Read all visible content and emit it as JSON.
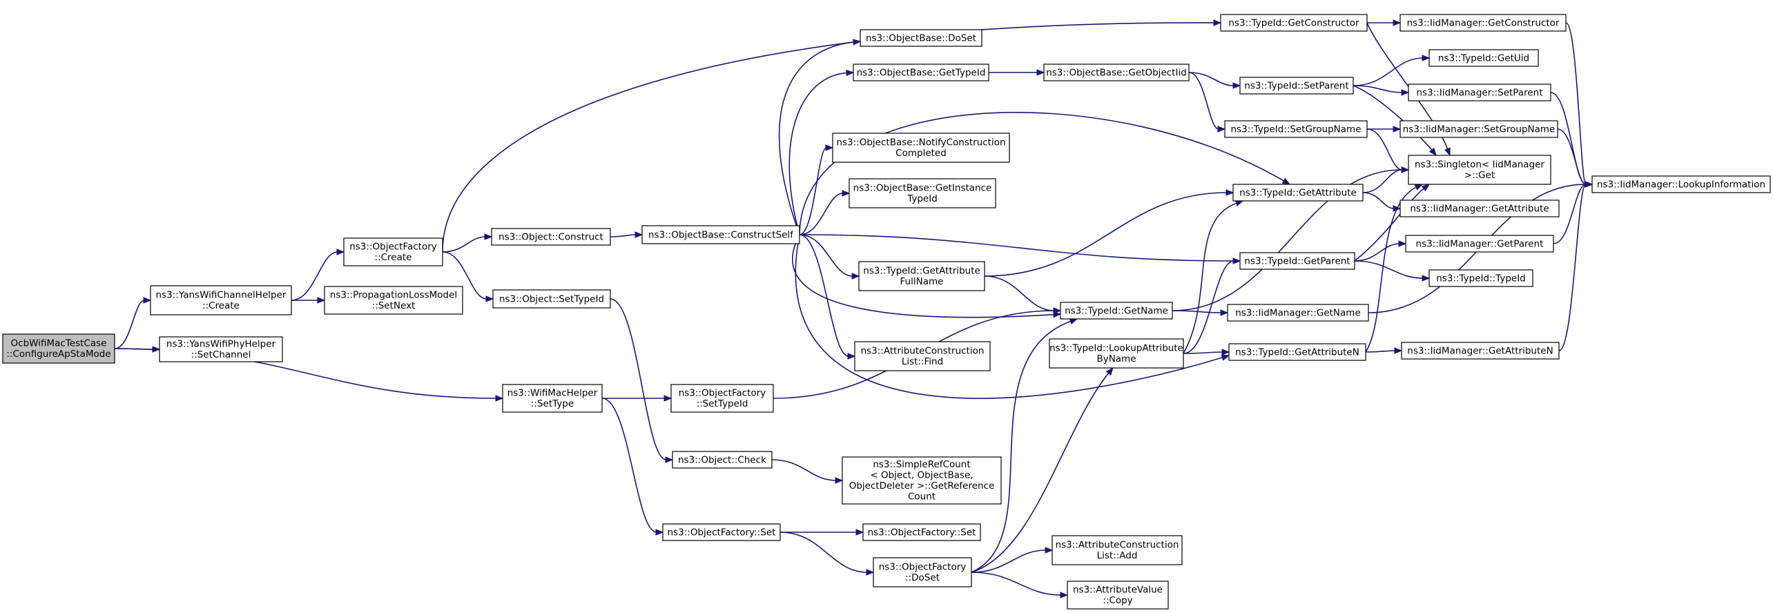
{
  "diagram": {
    "nodes": [
      {
        "id": "root",
        "lines": [
          "OcbWifiMacTestCase",
          "::ConfigureApStaMode"
        ]
      },
      {
        "id": "yans_channel_create",
        "lines": [
          "ns3::YansWifiChannelHelper",
          "::Create"
        ]
      },
      {
        "id": "yans_phy_setchannel",
        "lines": [
          "ns3::YansWifiPhyHelper",
          "::SetChannel"
        ]
      },
      {
        "id": "wifimac_settype",
        "lines": [
          "ns3::WifiMacHelper",
          "::SetType"
        ]
      },
      {
        "id": "objfactory_create",
        "lines": [
          "ns3::ObjectFactory",
          "::Create"
        ]
      },
      {
        "id": "proploss_setnext",
        "lines": [
          "ns3::PropagationLossModel",
          "::SetNext"
        ]
      },
      {
        "id": "object_construct",
        "lines": [
          "ns3::Object::Construct"
        ]
      },
      {
        "id": "object_settypeid",
        "lines": [
          "ns3::Object::SetTypeId"
        ]
      },
      {
        "id": "objfactory_settypeid",
        "lines": [
          "ns3::ObjectFactory",
          "::SetTypeId"
        ]
      },
      {
        "id": "objfactory_set_outer",
        "lines": [
          "ns3::ObjectFactory::Set"
        ]
      },
      {
        "id": "object_check",
        "lines": [
          "ns3::Object::Check"
        ]
      },
      {
        "id": "constructself",
        "lines": [
          "ns3::ObjectBase::ConstructSelf"
        ]
      },
      {
        "id": "doset_base",
        "lines": [
          "ns3::ObjectBase::DoSet"
        ]
      },
      {
        "id": "gettypeid",
        "lines": [
          "ns3::ObjectBase::GetTypeId"
        ]
      },
      {
        "id": "notify",
        "lines": [
          "ns3::ObjectBase::NotifyConstruction",
          "Completed"
        ]
      },
      {
        "id": "getinstance",
        "lines": [
          "ns3::ObjectBase::GetInstance",
          "TypeId"
        ]
      },
      {
        "id": "getattrfullname",
        "lines": [
          "ns3::TypeId::GetAttribute",
          "FullName"
        ]
      },
      {
        "id": "attrlist_find",
        "lines": [
          "ns3::AttributeConstruction",
          "List::Find"
        ]
      },
      {
        "id": "simplerefcount",
        "lines": [
          "ns3::SimpleRefCount",
          "< Object, ObjectBase,",
          " ObjectDeleter >::GetReference",
          "Count"
        ]
      },
      {
        "id": "objfactory_set_inner",
        "lines": [
          "ns3::ObjectFactory::Set"
        ]
      },
      {
        "id": "objfactory_doset",
        "lines": [
          "ns3::ObjectFactory",
          "::DoSet"
        ]
      },
      {
        "id": "getobjectiid",
        "lines": [
          "ns3::ObjectBase::GetObjectIid"
        ]
      },
      {
        "id": "typeid_getname",
        "lines": [
          "ns3::TypeId::GetName"
        ]
      },
      {
        "id": "lookupattrbyname",
        "lines": [
          "ns3::TypeId::LookupAttribute",
          "ByName"
        ]
      },
      {
        "id": "attrlist_add",
        "lines": [
          "ns3::AttributeConstruction",
          "List::Add"
        ]
      },
      {
        "id": "attrvalue_copy",
        "lines": [
          "ns3::AttributeValue",
          "::Copy"
        ]
      },
      {
        "id": "typeid_getconstructor",
        "lines": [
          "ns3::TypeId::GetConstructor"
        ]
      },
      {
        "id": "typeid_setparent",
        "lines": [
          "ns3::TypeId::SetParent"
        ]
      },
      {
        "id": "typeid_setgroupname",
        "lines": [
          "ns3::TypeId::SetGroupName"
        ]
      },
      {
        "id": "typeid_getattribute",
        "lines": [
          "ns3::TypeId::GetAttribute"
        ]
      },
      {
        "id": "typeid_getparent",
        "lines": [
          "ns3::TypeId::GetParent"
        ]
      },
      {
        "id": "iid_getname",
        "lines": [
          "ns3::IidManager::GetName"
        ]
      },
      {
        "id": "typeid_getattributen",
        "lines": [
          "ns3::TypeId::GetAttributeN"
        ]
      },
      {
        "id": "iid_getconstructor",
        "lines": [
          "ns3::IidManager::GetConstructor"
        ]
      },
      {
        "id": "typeid_getuid",
        "lines": [
          "ns3::TypeId::GetUid"
        ]
      },
      {
        "id": "iid_setparent",
        "lines": [
          "ns3::IidManager::SetParent"
        ]
      },
      {
        "id": "iid_setgroupname",
        "lines": [
          "ns3::IidManager::SetGroupName"
        ]
      },
      {
        "id": "singleton_get",
        "lines": [
          "ns3::Singleton< IidManager",
          " >::Get"
        ]
      },
      {
        "id": "iid_getattribute",
        "lines": [
          "ns3::IidManager::GetAttribute"
        ]
      },
      {
        "id": "iid_getparent",
        "lines": [
          "ns3::IidManager::GetParent"
        ]
      },
      {
        "id": "typeid_typeid",
        "lines": [
          "ns3::TypeId::TypeId"
        ]
      },
      {
        "id": "iid_getattributen",
        "lines": [
          "ns3::IidManager::GetAttributeN"
        ]
      },
      {
        "id": "iid_lookupinfo",
        "lines": [
          "ns3::IidManager::LookupInformation"
        ]
      }
    ],
    "edges": [
      [
        "root",
        "yans_channel_create"
      ],
      [
        "root",
        "yans_phy_setchannel"
      ],
      [
        "root",
        "wifimac_settype"
      ],
      [
        "yans_channel_create",
        "objfactory_create"
      ],
      [
        "yans_channel_create",
        "proploss_setnext"
      ],
      [
        "objfactory_create",
        "object_construct"
      ],
      [
        "objfactory_create",
        "object_settypeid"
      ],
      [
        "objfactory_create",
        "typeid_getconstructor"
      ],
      [
        "object_construct",
        "constructself"
      ],
      [
        "object_settypeid",
        "object_check"
      ],
      [
        "object_check",
        "simplerefcount"
      ],
      [
        "wifimac_settype",
        "objfactory_settypeid"
      ],
      [
        "wifimac_settype",
        "objfactory_set_outer"
      ],
      [
        "objfactory_settypeid",
        "typeid_getname"
      ],
      [
        "objfactory_set_outer",
        "objfactory_set_inner"
      ],
      [
        "objfactory_set_outer",
        "objfactory_doset"
      ],
      [
        "constructself",
        "doset_base"
      ],
      [
        "constructself",
        "gettypeid"
      ],
      [
        "constructself",
        "notify"
      ],
      [
        "constructself",
        "getinstance"
      ],
      [
        "constructself",
        "getattrfullname"
      ],
      [
        "constructself",
        "attrlist_find"
      ],
      [
        "constructself",
        "typeid_getname"
      ],
      [
        "constructself",
        "typeid_getattribute"
      ],
      [
        "constructself",
        "typeid_getparent"
      ],
      [
        "constructself",
        "typeid_getattributen"
      ],
      [
        "gettypeid",
        "getobjectiid"
      ],
      [
        "getobjectiid",
        "typeid_setparent"
      ],
      [
        "getobjectiid",
        "typeid_setgroupname"
      ],
      [
        "getattrfullname",
        "typeid_getname"
      ],
      [
        "getattrfullname",
        "typeid_getattribute"
      ],
      [
        "objfactory_doset",
        "typeid_getname"
      ],
      [
        "objfactory_doset",
        "lookupattrbyname"
      ],
      [
        "objfactory_doset",
        "attrlist_add"
      ],
      [
        "objfactory_doset",
        "attrvalue_copy"
      ],
      [
        "typeid_getname",
        "singleton_get"
      ],
      [
        "typeid_getname",
        "iid_getname"
      ],
      [
        "lookupattrbyname",
        "typeid_getattribute"
      ],
      [
        "lookupattrbyname",
        "typeid_getparent"
      ],
      [
        "lookupattrbyname",
        "typeid_getattributen"
      ],
      [
        "typeid_getconstructor",
        "iid_getconstructor"
      ],
      [
        "typeid_getconstructor",
        "singleton_get"
      ],
      [
        "typeid_setparent",
        "typeid_getuid"
      ],
      [
        "typeid_setparent",
        "iid_setparent"
      ],
      [
        "typeid_setparent",
        "singleton_get"
      ],
      [
        "typeid_setgroupname",
        "iid_setgroupname"
      ],
      [
        "typeid_setgroupname",
        "singleton_get"
      ],
      [
        "typeid_getattribute",
        "singleton_get"
      ],
      [
        "typeid_getattribute",
        "iid_getattribute"
      ],
      [
        "typeid_getparent",
        "singleton_get"
      ],
      [
        "typeid_getparent",
        "iid_getparent"
      ],
      [
        "typeid_getparent",
        "typeid_typeid"
      ],
      [
        "typeid_getattributen",
        "singleton_get"
      ],
      [
        "typeid_getattributen",
        "iid_getattributen"
      ],
      [
        "iid_getconstructor",
        "iid_lookupinfo"
      ],
      [
        "iid_setparent",
        "iid_lookupinfo"
      ],
      [
        "iid_setgroupname",
        "iid_lookupinfo"
      ],
      [
        "iid_getparent",
        "iid_lookupinfo"
      ],
      [
        "iid_getname",
        "iid_lookupinfo"
      ],
      [
        "iid_getattributen",
        "iid_lookupinfo"
      ]
    ]
  }
}
